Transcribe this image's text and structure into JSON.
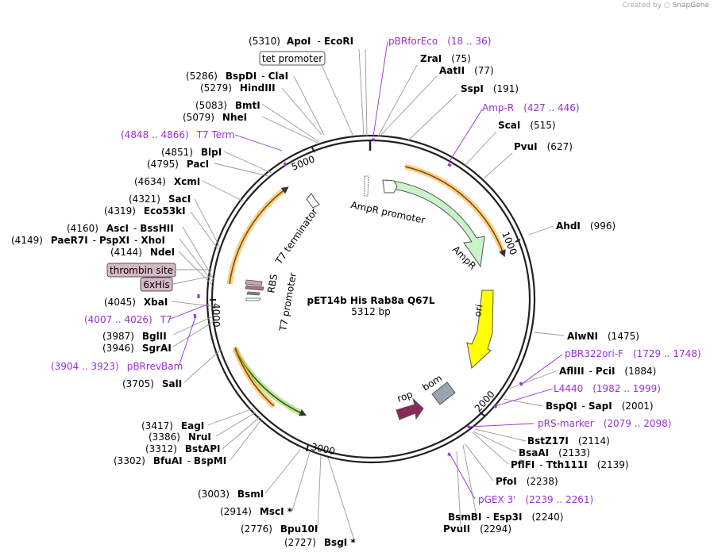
{
  "credit": {
    "prefix": "Created by",
    "brand": "SnapGene"
  },
  "plasmid": {
    "name": "pET14b His Rab8a Q67L",
    "size": "5312 bp",
    "length": 5312
  },
  "colors": {
    "primer": "#9a2fd3",
    "backbone": "#222222",
    "amp": "#c8f5c8",
    "ori": "#ffff00",
    "rop": "#8b2a5a",
    "bom": "#9aa5ad",
    "orange": "#f5a623",
    "green": "#8fd05c"
  },
  "ticks": [
    {
      "pos": 1000,
      "label": "1000"
    },
    {
      "pos": 2000,
      "label": "2000"
    },
    {
      "pos": 3000,
      "label": "3000"
    },
    {
      "pos": 4000,
      "label": "4000"
    },
    {
      "pos": 5000,
      "label": "5000"
    }
  ],
  "features": [
    {
      "name": "AmpR promoter"
    },
    {
      "name": "AmpR"
    },
    {
      "name": "ori"
    },
    {
      "name": "bom"
    },
    {
      "name": "rop"
    },
    {
      "name": "T7 terminator"
    },
    {
      "name": "RBS"
    },
    {
      "name": "T7 promoter"
    },
    {
      "name": "thrombin site"
    },
    {
      "name": "6xHis"
    },
    {
      "name": "tet promoter"
    }
  ],
  "sites": [
    {
      "enzymes": [
        "ApoI",
        "EcoRI"
      ],
      "pos": "(5310)"
    },
    {
      "enzymes": [
        "ZraI"
      ],
      "pos": "(75)"
    },
    {
      "enzymes": [
        "AatII"
      ],
      "pos": "(77)"
    },
    {
      "enzymes": [
        "SspI"
      ],
      "pos": "(191)"
    },
    {
      "enzymes": [
        "ScaI"
      ],
      "pos": "(515)"
    },
    {
      "enzymes": [
        "PvuI"
      ],
      "pos": "(627)"
    },
    {
      "enzymes": [
        "AhdI"
      ],
      "pos": "(996)"
    },
    {
      "enzymes": [
        "AlwNI"
      ],
      "pos": "(1475)"
    },
    {
      "enzymes": [
        "AflIII",
        "PciI"
      ],
      "pos": "(1884)"
    },
    {
      "enzymes": [
        "BspQI",
        "SapI"
      ],
      "pos": "(2001)"
    },
    {
      "enzymes": [
        "BstZ17I"
      ],
      "pos": "(2114)"
    },
    {
      "enzymes": [
        "BsaAI"
      ],
      "pos": "(2133)"
    },
    {
      "enzymes": [
        "PflFI",
        "Tth111I"
      ],
      "pos": "(2139)"
    },
    {
      "enzymes": [
        "PfoI"
      ],
      "pos": "(2238)"
    },
    {
      "enzymes": [
        "BsmBI",
        "Esp3I"
      ],
      "pos": "(2240)"
    },
    {
      "enzymes": [
        "PvuII"
      ],
      "pos": "(2294)"
    },
    {
      "enzymes": [
        "BsgI *"
      ],
      "pos": "(2727)"
    },
    {
      "enzymes": [
        "Bpu10I"
      ],
      "pos": "(2776)"
    },
    {
      "enzymes": [
        "MscI *"
      ],
      "pos": "(2914)"
    },
    {
      "enzymes": [
        "BsmI"
      ],
      "pos": "(3003)"
    },
    {
      "enzymes": [
        "BfuAI",
        "BspMI"
      ],
      "pos": "(3302)"
    },
    {
      "enzymes": [
        "BstAPI"
      ],
      "pos": "(3312)"
    },
    {
      "enzymes": [
        "NruI"
      ],
      "pos": "(3386)"
    },
    {
      "enzymes": [
        "EagI"
      ],
      "pos": "(3417)"
    },
    {
      "enzymes": [
        "SalI"
      ],
      "pos": "(3705)"
    },
    {
      "enzymes": [
        "SgrAI"
      ],
      "pos": "(3946)"
    },
    {
      "enzymes": [
        "BglII"
      ],
      "pos": "(3987)"
    },
    {
      "enzymes": [
        "XbaI"
      ],
      "pos": "(4045)"
    },
    {
      "enzymes": [
        "NdeI"
      ],
      "pos": "(4144)"
    },
    {
      "enzymes": [
        "PaeR7I",
        "PspXI",
        "XhoI"
      ],
      "pos": "(4149)"
    },
    {
      "enzymes": [
        "AscI",
        "BssHII"
      ],
      "pos": "(4160)"
    },
    {
      "enzymes": [
        "Eco53kI"
      ],
      "pos": "(4319)"
    },
    {
      "enzymes": [
        "SacI"
      ],
      "pos": "(4321)"
    },
    {
      "enzymes": [
        "XcmI"
      ],
      "pos": "(4634)"
    },
    {
      "enzymes": [
        "PacI"
      ],
      "pos": "(4795)"
    },
    {
      "enzymes": [
        "BlpI"
      ],
      "pos": "(4851)"
    },
    {
      "enzymes": [
        "NheI"
      ],
      "pos": "(5079)"
    },
    {
      "enzymes": [
        "BmtI"
      ],
      "pos": "(5083)"
    },
    {
      "enzymes": [
        "HindIII"
      ],
      "pos": "(5279)"
    },
    {
      "enzymes": [
        "BspDI",
        "ClaI"
      ],
      "pos": "(5286)"
    }
  ],
  "primers": [
    {
      "name": "pBRforEco",
      "range": "(18 .. 36)"
    },
    {
      "name": "Amp-R",
      "range": "(427 .. 446)"
    },
    {
      "name": "pBR322ori-F",
      "range": "(1729 .. 1748)"
    },
    {
      "name": "L4440",
      "range": "(1982 .. 1999)"
    },
    {
      "name": "pRS-marker",
      "range": "(2079 .. 2098)"
    },
    {
      "name": "pGEX 3'",
      "range": "(2239 .. 2261)"
    },
    {
      "name": "pBRrevBam",
      "range": "(3904 .. 3923)"
    },
    {
      "name": "T7",
      "range": "(4007 .. 4026)"
    },
    {
      "name": "T7 Term",
      "range": "(4848 .. 4866)"
    }
  ]
}
